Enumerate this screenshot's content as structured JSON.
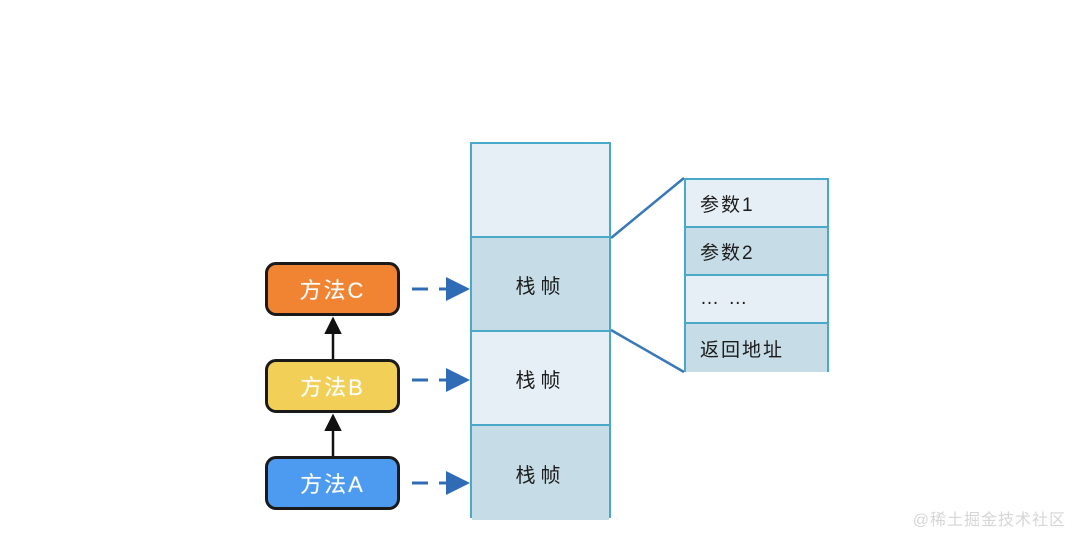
{
  "diagram": {
    "title": "Java method call stack diagram",
    "colors": {
      "method_c": "#f08432",
      "method_b": "#f2d058",
      "method_a": "#4c9bf0",
      "box_border": "#1a1a1a",
      "stack_border": "#4aa8c8",
      "cell_light": "#e7eff6",
      "cell_dark": "#c6dce6",
      "dashed_arrow": "#2f6cb5",
      "solid_connector": "#3a78b8",
      "call_arrow": "#111111",
      "watermark": "#d6d6d6"
    }
  },
  "methods": [
    {
      "id": "method-c",
      "label": "方法C",
      "color": "#f08432"
    },
    {
      "id": "method-b",
      "label": "方法B",
      "color": "#f2d058"
    },
    {
      "id": "method-a",
      "label": "方法A",
      "color": "#4c9bf0"
    }
  ],
  "stack": {
    "cells": [
      {
        "label": "",
        "shade": "light"
      },
      {
        "label": "栈帧",
        "shade": "dark"
      },
      {
        "label": "栈帧",
        "shade": "light"
      },
      {
        "label": "栈帧",
        "shade": "dark"
      }
    ]
  },
  "frame_detail": {
    "rows": [
      {
        "label": "参数1",
        "shade": "light"
      },
      {
        "label": "参数2",
        "shade": "dark"
      },
      {
        "label": "… …",
        "shade": "light"
      },
      {
        "label": "返回地址",
        "shade": "dark"
      }
    ]
  },
  "watermark": {
    "text": "@稀土掘金技术社区"
  }
}
